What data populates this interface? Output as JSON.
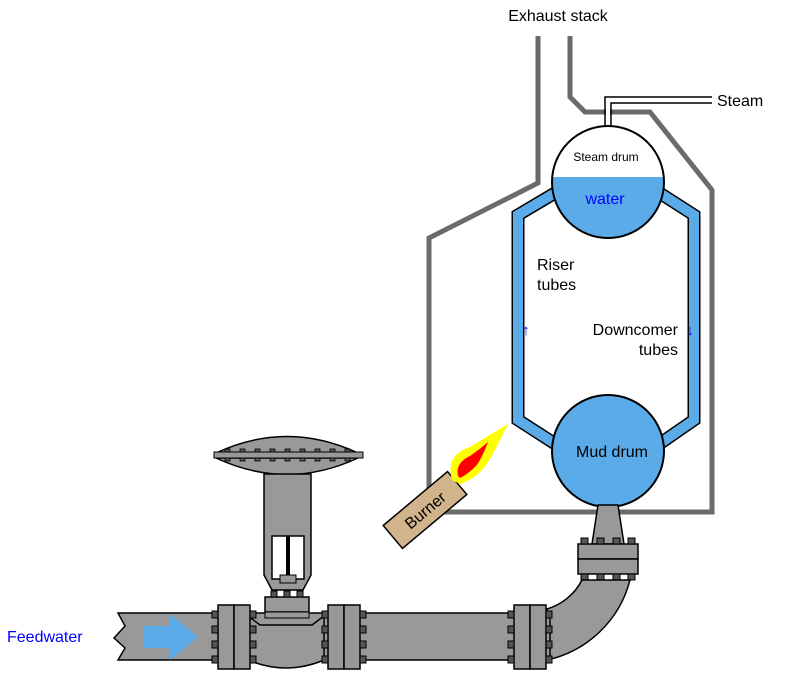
{
  "title": "Water-tube boiler with feedwater control valve",
  "labels": {
    "exhaust_stack": "Exhaust stack",
    "steam": "Steam",
    "steam_drum": "Steam drum",
    "water": "water",
    "riser_line1": "Riser",
    "riser_line2": "tubes",
    "downcomer_line1": "Downcomer",
    "downcomer_line2": "tubes",
    "mud_drum": "Mud drum",
    "burner": "Burner",
    "feedwater": "Feedwater",
    "riser_arrow": "↑",
    "downcomer_arrow": "↓"
  },
  "colors": {
    "water": "#5aabe8",
    "label_blue": "#0000ff",
    "wall": "#6b6b6b",
    "metal": "#999999",
    "burner": "#d2b48c",
    "flame_outer": "#ffff00",
    "flame_inner": "#ff0000",
    "flow_arrow": "#5aabe8"
  }
}
